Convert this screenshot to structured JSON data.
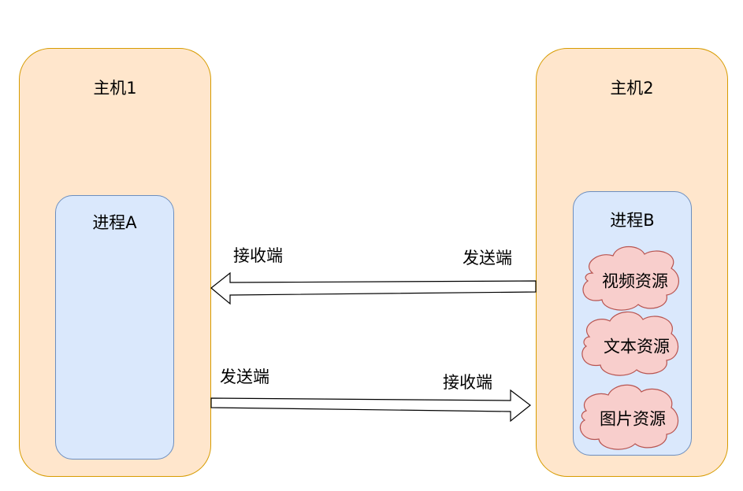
{
  "hosts": [
    {
      "title": "主机1",
      "process": {
        "title": "进程A"
      }
    },
    {
      "title": "主机2",
      "process": {
        "title": "进程B",
        "resources": [
          "视频资源",
          "文本资源",
          "图片资源"
        ]
      }
    }
  ],
  "arrows": [
    {
      "direction": "B-to-A",
      "from_label": "发送端",
      "to_label": "接收端"
    },
    {
      "direction": "A-to-B",
      "from_label": "发送端",
      "to_label": "接收端"
    }
  ],
  "colors": {
    "host_fill": "#ffe6cc",
    "host_stroke": "#d79b00",
    "process_fill": "#dae8fc",
    "process_stroke": "#6c8ebf",
    "cloud_fill": "#f8cecc",
    "cloud_stroke": "#b85450",
    "arrow_fill": "#ffffff",
    "arrow_stroke": "#000000"
  }
}
